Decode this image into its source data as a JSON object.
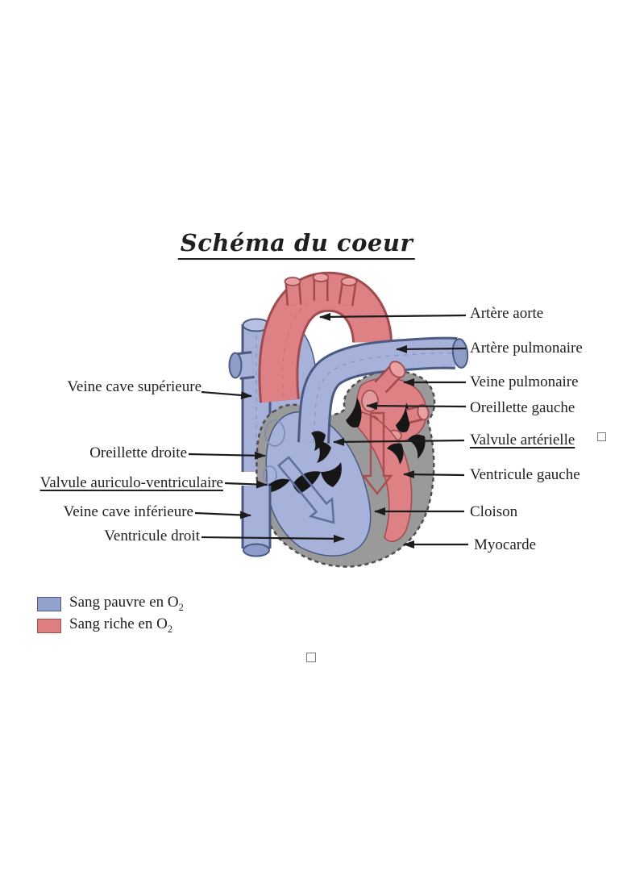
{
  "title": {
    "text": "Schéma du coeur"
  },
  "labels": {
    "left": [
      {
        "text": "Veine cave supérieure"
      },
      {
        "text": "Oreillette droite"
      },
      {
        "text": "Valvule auriculo-ventriculaire"
      },
      {
        "text": "Veine cave inférieure"
      },
      {
        "text": "Ventricule droit"
      }
    ],
    "right": [
      {
        "text": "Artère aorte"
      },
      {
        "text": "Artère pulmonaire"
      },
      {
        "text": "Veine pulmonaire"
      },
      {
        "text": "Oreillette gauche"
      },
      {
        "text": "Valvule artérielle"
      },
      {
        "text": "Ventricule gauche"
      },
      {
        "text": "Cloison"
      },
      {
        "text": "Myocarde"
      }
    ]
  },
  "legend": {
    "items": [
      {
        "text": "Sang pauvre en O",
        "sub": "2",
        "swatch": "blue"
      },
      {
        "text": "Sang riche en O",
        "sub": "2",
        "swatch": "red"
      }
    ]
  },
  "colors": {
    "blood-blue": "#a6b2d9",
    "blood-blue-dark": "#4a5a82",
    "blood-blue-deep": "#8e9cc9",
    "blood-blue-pale": "#b6c1e2",
    "blood-red": "#dd8185",
    "blood-red-dark": "#a04b50",
    "blood-red-pale": "#e9a0a2",
    "myocardium": "#9a9a9a",
    "myocardium-edge": "#4d4d4d",
    "valve-black": "#161616",
    "arrow-black": "#1c1c1c",
    "ink": "#1f1f1f",
    "legend-blue": "#93a2cc",
    "legend-red": "#dd7e80"
  }
}
